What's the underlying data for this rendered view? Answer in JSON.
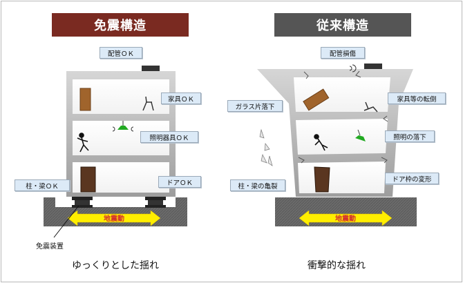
{
  "left": {
    "title": "免震構造",
    "title_color": "#7a2a21",
    "labels": {
      "pipes": "配管ＯＫ",
      "furniture": "家具ＯＫ",
      "lighting": "照明器具ＯＫ",
      "door": "ドアＯＫ",
      "columns": "柱・梁ＯＫ"
    },
    "ground_motion": "地震動",
    "isolator": "免震装置",
    "caption": "ゆっくりとした揺れ"
  },
  "right": {
    "title": "従来構造",
    "title_color": "#555555",
    "labels": {
      "pipes": "配管損傷",
      "glass": "ガラス片落下",
      "furniture": "家具等の転倒",
      "lighting": "照明の落下",
      "door": "ドア枠の変形",
      "columns": "柱・梁の亀裂"
    },
    "ground_motion": "地震動",
    "caption": "衝撃的な揺れ"
  },
  "colors": {
    "arrow_fill": "#ffee00",
    "arrow_text": "#d32f2f",
    "label_bg": "#dceaf7",
    "building": "#a6a6a6",
    "foundation": "#6a6a6a"
  }
}
